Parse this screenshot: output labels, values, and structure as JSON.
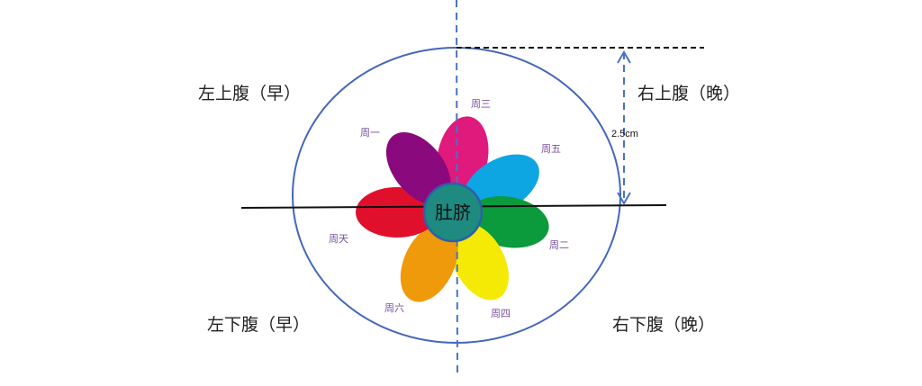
{
  "quadrants": {
    "upper_left": "左上腹（早）",
    "upper_right": "右上腹（晚）",
    "lower_left": "左下腹（早）",
    "lower_right": "右下腹（晚）"
  },
  "center_label": "肚脐",
  "measurement": "2.5cm",
  "petals": [
    {
      "day": "周三",
      "color": "#e0197d"
    },
    {
      "day": "周五",
      "color": "#0ea5e3"
    },
    {
      "day": "周二",
      "color": "#0b9a3c"
    },
    {
      "day": "周四",
      "color": "#f4ea06"
    },
    {
      "day": "周六",
      "color": "#ee9a0a"
    },
    {
      "day": "周天",
      "color": "#e0102c"
    },
    {
      "day": "周一",
      "color": "#8a0a7e"
    }
  ],
  "colors": {
    "outline": "#4466bb",
    "center_fill": "#1e8a80"
  }
}
